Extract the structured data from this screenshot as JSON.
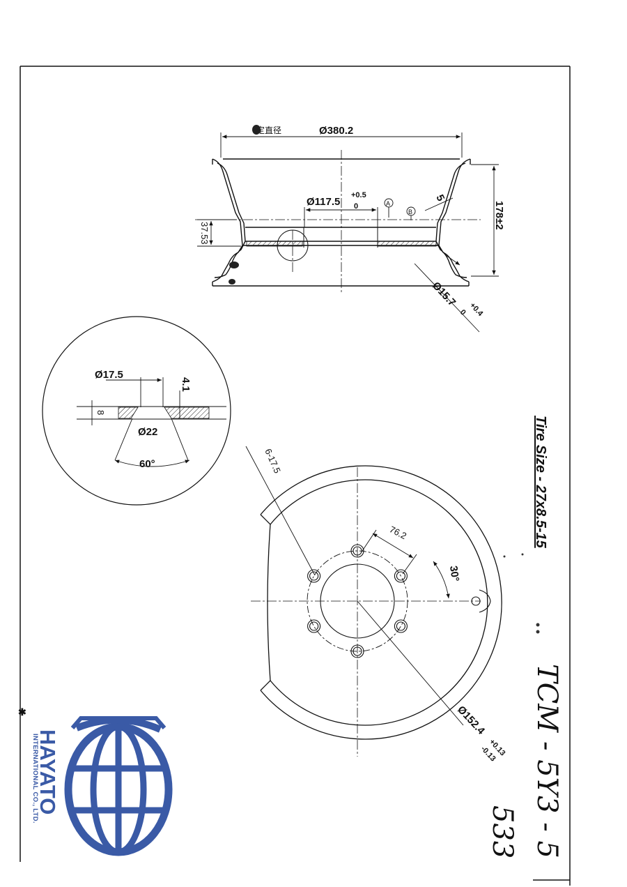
{
  "section_view": {
    "overall_diameter": "Ø380.2",
    "cjk_note": "定直径",
    "center_bore": "Ø117.5",
    "center_bore_tol_upper": "+0.5",
    "center_bore_tol_lower": "0",
    "datum_a": "A",
    "datum_b": "B",
    "width": "178±2",
    "offset": "37.53",
    "valve_hole": "Ø15.7",
    "valve_hole_tol_upper": "+0.4",
    "valve_hole_tol_lower": "0",
    "flange_label": "5"
  },
  "detail_view": {
    "hole_diameter": "Ø17.5",
    "counterbore_diameter": "Ø22",
    "angle": "60°",
    "depth": "4.1",
    "thickness": "8"
  },
  "face_view": {
    "bolt_holes": "6-17.5",
    "hole_spacing": "76.2",
    "angle": "30°",
    "pcd": "Ø152.4",
    "pcd_tol_upper": "+0.13",
    "pcd_tol_lower": "-0.13"
  },
  "tire_size": "Tire Size - 27x8.5-15",
  "handwritten_code": "TCM - 5Y3 - 5",
  "handwritten_number": "533",
  "logo": {
    "name": "HAYATO",
    "subtitle": "INTERNATIONAL CO., LTD.",
    "color": "#3a5aa6"
  }
}
